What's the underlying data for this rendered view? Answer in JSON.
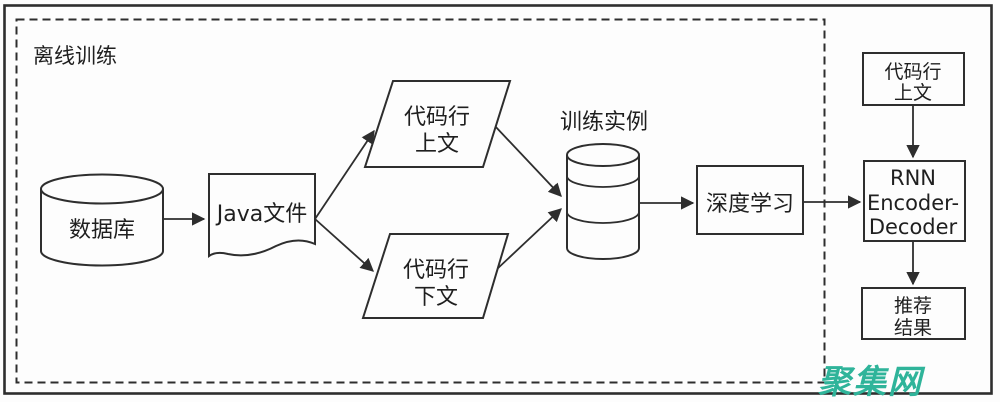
{
  "colors": {
    "line": "#2e2e2e",
    "background": "#fdfdfd",
    "watermark": "#2fb49a"
  },
  "offline_box": {
    "label": "离线训练"
  },
  "nodes": {
    "database": {
      "shape": "cylinder",
      "label": "数据库"
    },
    "java_file": {
      "shape": "document",
      "label": "Java文件"
    },
    "code_context_upper": {
      "shape": "parallelogram",
      "line1": "代码行",
      "line2": "上文"
    },
    "code_context_lower": {
      "shape": "parallelogram",
      "line1": "代码行",
      "line2": "下文"
    },
    "training_instances": {
      "shape": "stacked-cylinder",
      "label": "训练实例"
    },
    "deep_learning": {
      "shape": "rectangle",
      "label": "深度学习"
    },
    "rnn_encoder_decoder": {
      "shape": "rectangle",
      "line1": "RNN",
      "line2": "Encoder-",
      "line3": "Decoder"
    },
    "code_context_input": {
      "shape": "rectangle",
      "line1": "代码行",
      "line2": "上文"
    },
    "recommendation_result": {
      "shape": "rectangle",
      "line1": "推荐",
      "line2": "结果"
    }
  },
  "watermark": {
    "text": "聚集网"
  }
}
